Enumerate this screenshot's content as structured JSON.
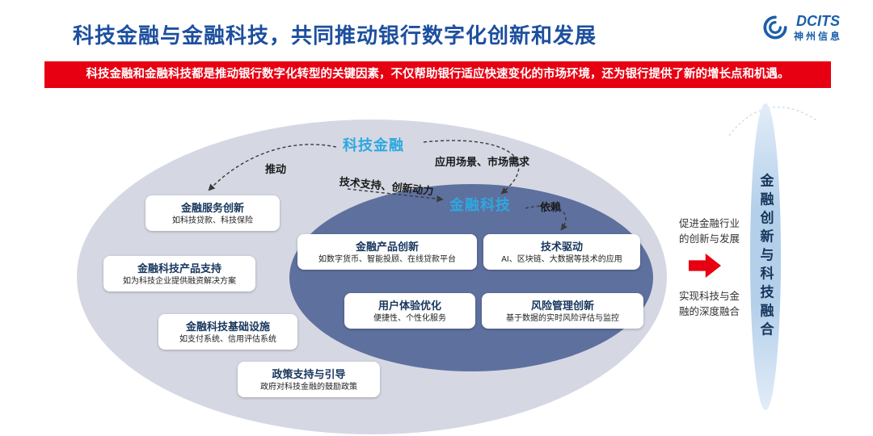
{
  "header": {
    "title": "科技金融与金融科技，共同推动银行数字化创新和发展",
    "logo": {
      "name": "DCITS",
      "subtitle": "神州信息"
    }
  },
  "banner": {
    "text": "科技金融和金融科技都是推动银行数字化转型的关键因素，不仅帮助银行适应快速变化的市场环境，还为银行提供了新的增长点和机遇。"
  },
  "diagram": {
    "outer_label": "科技金融",
    "inner_label": "金融科技",
    "arrow_labels": {
      "push": "推动",
      "scene": "应用场景、市场需求",
      "support": "技术支持、创新动力",
      "depend": "依赖"
    },
    "outer_boxes": [
      {
        "title": "金融服务创新",
        "desc": "如科技贷款、科技保险"
      },
      {
        "title": "金融科技产品支持",
        "desc": "如为科技企业提供融资解决方案"
      },
      {
        "title": "金融科技基础设施",
        "desc": "如支付系统、信用评估系统"
      },
      {
        "title": "政策支持与引导",
        "desc": "政府对科技金融的鼓励政策"
      }
    ],
    "inner_boxes": [
      {
        "title": "金融产品创新",
        "desc": "如数字货币、智能投顾、在线贷款平台"
      },
      {
        "title": "技术驱动",
        "desc": "AI、区块链、大数据等技术的应用"
      },
      {
        "title": "用户体验优化",
        "desc": "便捷性、个性化服务"
      },
      {
        "title": "风险管理创新",
        "desc": "基于数据的实时风险评估与监控"
      }
    ]
  },
  "right_panel": {
    "top_text": "促进金融行业的创新与发展",
    "bottom_text": "实现科技与金融的深度融合",
    "vertical_text": "金融创新与科技融合"
  },
  "colors": {
    "title_blue": "#1D4F9F",
    "accent_red": "#E60012",
    "cyan": "#2EA7E0",
    "outer_ellipse": "#D5D8E3",
    "inner_ellipse": "#5E709E",
    "navy_text": "#17365D",
    "capsule_blue": "#B4CFEA",
    "logo_blue": "#1B5FAA"
  }
}
